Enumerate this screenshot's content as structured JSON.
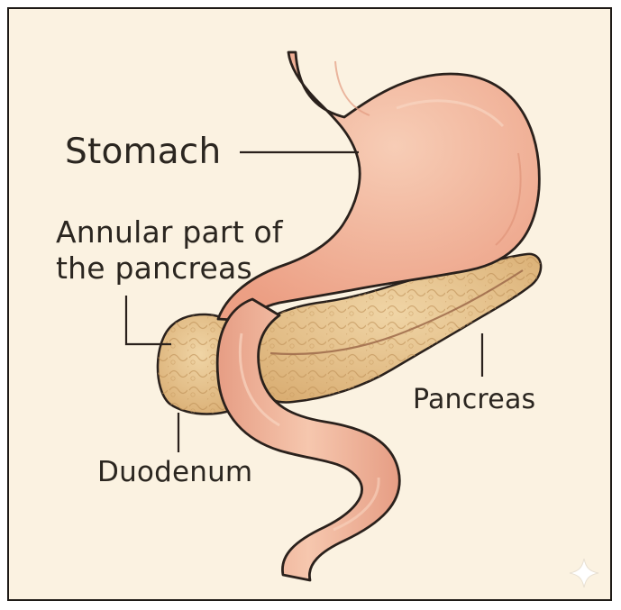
{
  "diagram": {
    "labels": {
      "stomach": "Stomach",
      "annular_line1": "Annular part of",
      "annular_line2": "the pancreas",
      "pancreas": "Pancreas",
      "duodenum": "Duodenum"
    },
    "colors": {
      "background": "#fbf2e1",
      "stomach_fill": "#f0b59a",
      "pancreas_fill": "#e7c48e",
      "outline": "#2a211c"
    }
  }
}
